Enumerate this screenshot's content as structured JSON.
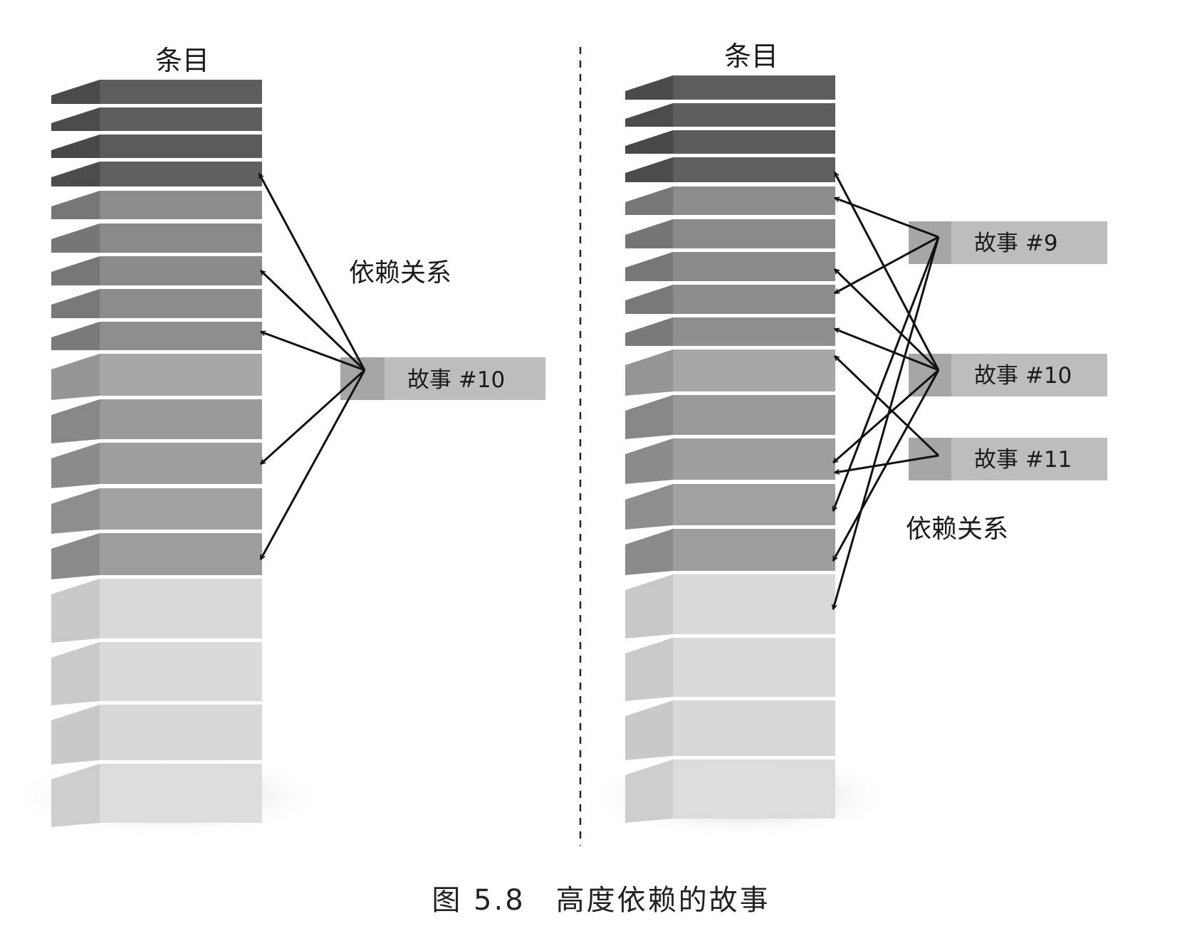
{
  "left_panel": {
    "column_title": "条目",
    "dependency_label": "依赖关系",
    "stories": [
      {
        "label": "故事 #10"
      }
    ]
  },
  "right_panel": {
    "column_title": "条目",
    "dependency_label": "依赖关系",
    "stories": [
      {
        "label": "故事 #9"
      },
      {
        "label": "故事 #10"
      },
      {
        "label": "故事 #11"
      }
    ]
  },
  "caption": "图 5.8　高度依赖的故事"
}
